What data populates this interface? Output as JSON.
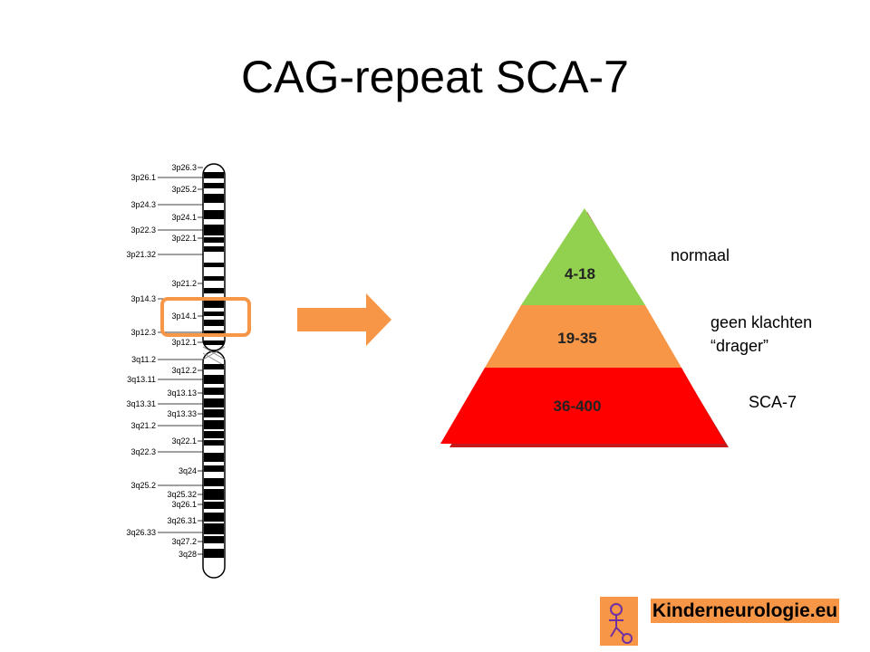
{
  "title": "CAG-repeat SCA-7",
  "chromosome": {
    "left_bands": [
      "3p26.1",
      "3p24.3",
      "3p22.3",
      "3p21.32",
      "3p14.3",
      "3p12.3",
      "3q11.2",
      "3q13.11",
      "3q13.31",
      "3q21.2",
      "3q22.3",
      "3q25.2",
      "3q26.33"
    ],
    "right_bands": [
      "3p26.3",
      "3p25.2",
      "3p24.1",
      "3p22.1",
      "3p21.2",
      "3p14.1",
      "3p12.1",
      "3q12.2",
      "3q13.13",
      "3q13.33",
      "3q22.1",
      "3q24",
      "3q25.32",
      "3q26.1",
      "3q26.31",
      "3q27.2",
      "3q28"
    ]
  },
  "pyramid": {
    "tiers": [
      {
        "range": "4-18",
        "color": "#92d050",
        "description": "normaal"
      },
      {
        "range": "19-35",
        "color": "#f79646",
        "description": "geen klachten\n“drager”"
      },
      {
        "range": "36-400",
        "color": "#ff0000",
        "description": "SCA-7"
      }
    ]
  },
  "colors": {
    "highlight": "#f79646",
    "arrow": "#f79646"
  },
  "brand": "Kinderneurologie.eu"
}
